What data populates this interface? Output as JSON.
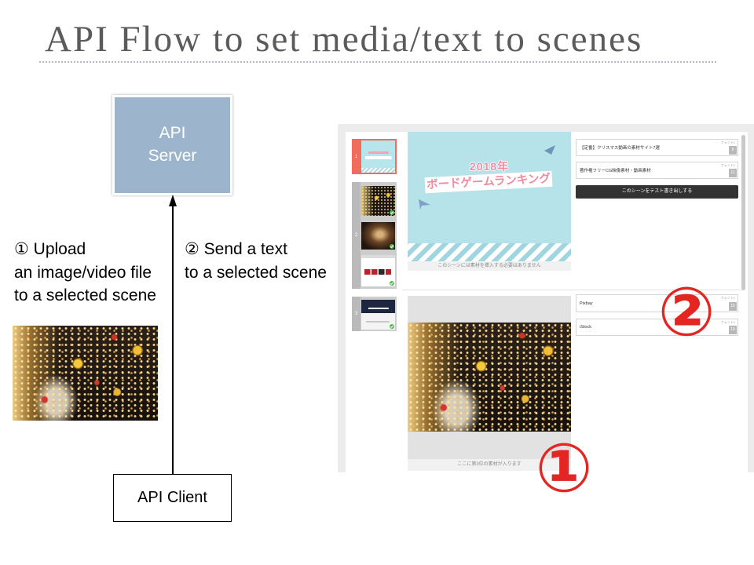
{
  "slide": {
    "title": "API Flow to set media/text to scenes"
  },
  "diagram": {
    "server": [
      "API",
      "Server"
    ],
    "client": "API Client",
    "step1": [
      "① Upload",
      "an image/video file",
      "to a selected scene"
    ],
    "step2": [
      "② Send a text",
      "to a selected scene"
    ],
    "markers": {
      "upload": "①",
      "text": "②"
    }
  },
  "editor": {
    "scenes": [
      {
        "number": "1",
        "selected": true,
        "thumbnails": [
          {
            "done": false
          }
        ]
      },
      {
        "number": "2",
        "selected": false,
        "thumbnails": [
          {
            "done": true
          },
          {
            "done": true
          },
          {
            "done": true
          }
        ]
      },
      {
        "number": "3",
        "selected": false,
        "thumbnails": [
          {
            "done": true
          }
        ]
      }
    ],
    "title_scene": {
      "visual_year": "2018年",
      "visual_title": "ボードゲームランキング",
      "caption": "このシーンには素材を挿入する必要はありません",
      "fields": [
        {
          "label": "フォント1",
          "value": "【定番】クリスマス動画の素材サイト7選",
          "count": "9"
        },
        {
          "label": "フォント1",
          "value": "著作権フリーCG映像素材・動画素材",
          "count": "11"
        }
      ],
      "export_button": "このシーンをテスト書き出しする"
    },
    "media_scene": {
      "caption": "ここに第3位の素材が入ります",
      "fields": [
        {
          "label": "フォント1",
          "value": "Pixbay",
          "count": "15"
        },
        {
          "label": "フォント1",
          "value": "iStock",
          "count": "16"
        }
      ]
    }
  },
  "icons": {
    "done": "check-circle-icon",
    "decoration": "paper-plane-icon"
  },
  "colors": {
    "title_text": "#5b5b5b",
    "server_fill": "#9db4cd",
    "marker_red": "#e52521",
    "selected_scene": "#f26b5b",
    "done_green": "#4cbb4c",
    "export_button": "#333333",
    "title_visual_bg": "#b6e2ea"
  }
}
